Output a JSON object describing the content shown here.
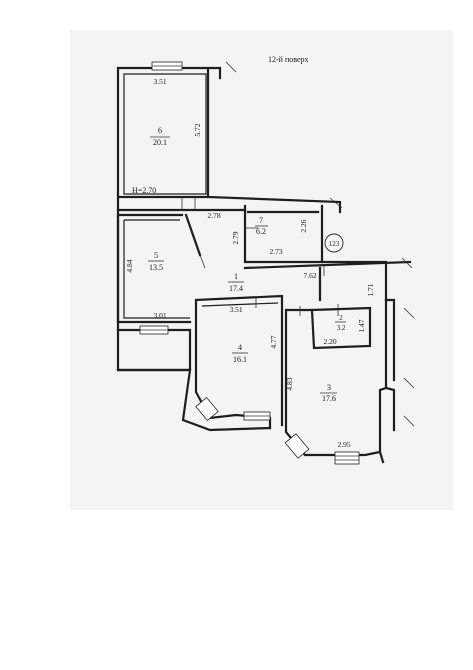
{
  "plan": {
    "title": "12-й поверх",
    "circle_mark": "123",
    "ceiling_height": "Н=2.70"
  },
  "rooms": [
    {
      "id": "r6",
      "number": "6",
      "area": "20.1"
    },
    {
      "id": "r7",
      "number": "7",
      "area": "6.2"
    },
    {
      "id": "r5",
      "number": "5",
      "area": "13.5"
    },
    {
      "id": "r1",
      "number": "1",
      "area": "17.4"
    },
    {
      "id": "r4",
      "number": "4",
      "area": "16.1"
    },
    {
      "id": "r2",
      "number": "2",
      "area": "3.2"
    },
    {
      "id": "r3",
      "number": "3",
      "area": "17.6"
    }
  ],
  "dimensions": {
    "d_3_51_top": "3.51",
    "d_5_72": "5.72",
    "d_2_78": "2.78",
    "d_2_26": "2.26",
    "d_2_79": "2.79",
    "d_2_73": "2.73",
    "d_4_84": "4.84",
    "d_7_62": "7.62",
    "d_1_71": "1.71",
    "d_3_51_mid": "3.51",
    "d_1_47": "1.47",
    "d_2_20": "2.20",
    "d_3_01": "3.01",
    "d_4_77": "4.77",
    "d_4_83": "4.83",
    "d_2_95": "2.95"
  }
}
